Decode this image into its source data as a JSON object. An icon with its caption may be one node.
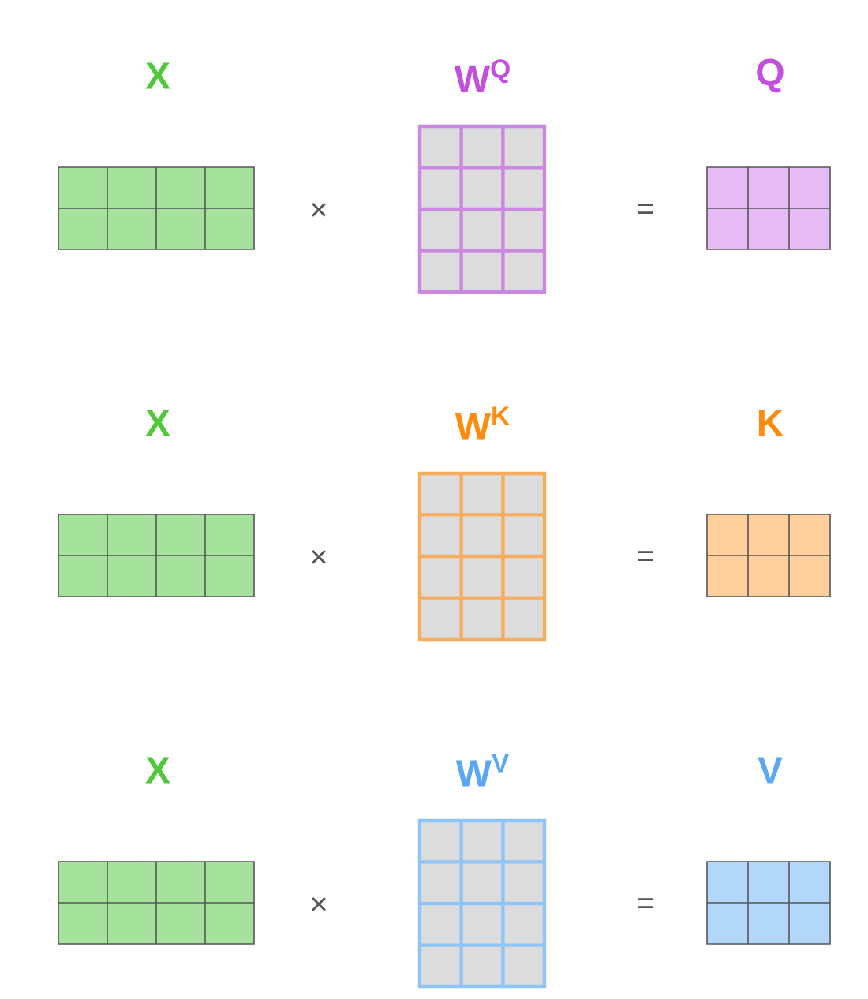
{
  "diagram": {
    "nodes": [
      {
        "text": [
          "X"
        ]
      },
      {
        "text": [
          "W$^{Q}$"
        ]
      },
      {
        "text": [
          "Q"
        ]
      },
      {
        "text": [
          "X"
        ]
      },
      {
        "text": [
          "W$^{K}$"
        ]
      },
      {
        "text": [
          "K"
        ]
      },
      {
        "text": [
          "X"
        ]
      },
      {
        "text": [
          "W$^{V}$"
        ]
      },
      {
        "text": [
          "V"
        ]
      }
    ],
    "labels": [
      "×",
      "=",
      "×",
      "=",
      "×",
      "="
    ]
  }
}
